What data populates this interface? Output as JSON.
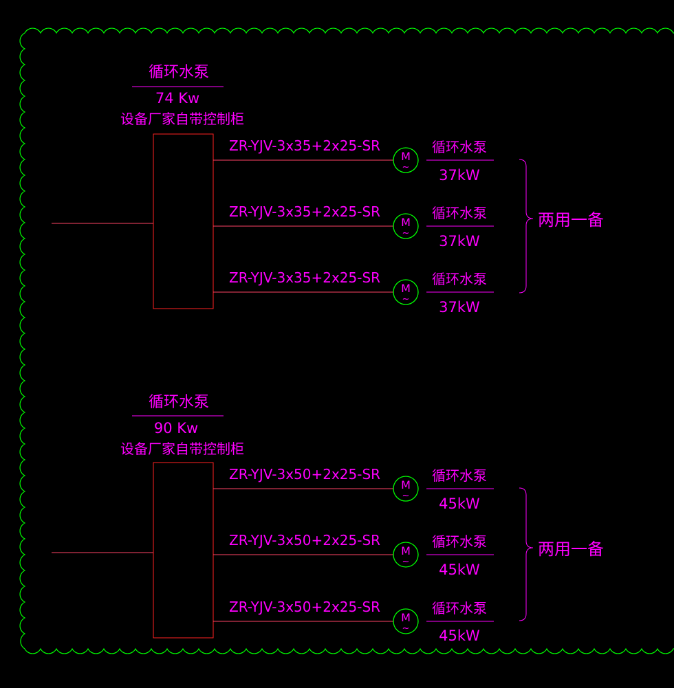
{
  "colors": {
    "background": "#000000",
    "cloud_border": "#00ff00",
    "wire": "#ff4466",
    "panel": "#ff2222",
    "text": "#ff00ff",
    "motor": "#00ff00",
    "bracket": "#ff00ff"
  },
  "groups": [
    {
      "panel": {
        "title": "循环水泵",
        "power": "74 Kw",
        "note": "设备厂家自带控制柜"
      },
      "circuits": [
        {
          "cable": "ZR-YJV-3x35+2x25-SR",
          "motor_symbol": "M",
          "motor_ac": "~",
          "load_name": "循环水泵",
          "load_power": "37kW"
        },
        {
          "cable": "ZR-YJV-3x35+2x25-SR",
          "motor_symbol": "M",
          "motor_ac": "~",
          "load_name": "循环水泵",
          "load_power": "37kW"
        },
        {
          "cable": "ZR-YJV-3x35+2x25-SR",
          "motor_symbol": "M",
          "motor_ac": "~",
          "load_name": "循环水泵",
          "load_power": "37kW"
        }
      ],
      "bracket_label": "两用一备"
    },
    {
      "panel": {
        "title": "循环水泵",
        "power": "90 Kw",
        "note": "设备厂家自带控制柜"
      },
      "circuits": [
        {
          "cable": "ZR-YJV-3x50+2x25-SR",
          "motor_symbol": "M",
          "motor_ac": "~",
          "load_name": "循环水泵",
          "load_power": "45kW"
        },
        {
          "cable": "ZR-YJV-3x50+2x25-SR",
          "motor_symbol": "M",
          "motor_ac": "~",
          "load_name": "循环水泵",
          "load_power": "45kW"
        },
        {
          "cable": "ZR-YJV-3x50+2x25-SR",
          "motor_symbol": "M",
          "motor_ac": "~",
          "load_name": "循环水泵",
          "load_power": "45kW"
        }
      ],
      "bracket_label": "两用一备"
    }
  ]
}
